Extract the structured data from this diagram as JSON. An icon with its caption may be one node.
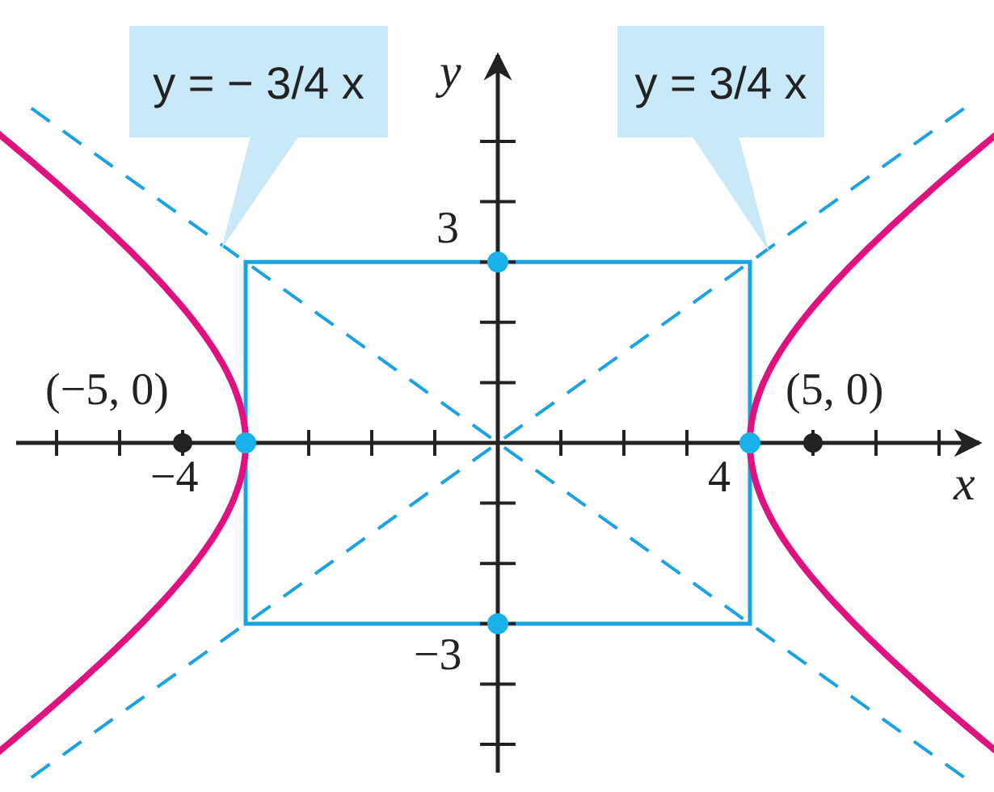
{
  "diagram": {
    "nodes": [
      {
        "text": [
          "y = − 3/4 x"
        ]
      },
      {
        "text": [
          "y = 3/4 x"
        ]
      }
    ],
    "labels": [
      "y",
      "3",
      "(−5, 0)",
      "(5, 0)",
      "−4",
      "4",
      "x",
      "−3"
    ]
  }
}
